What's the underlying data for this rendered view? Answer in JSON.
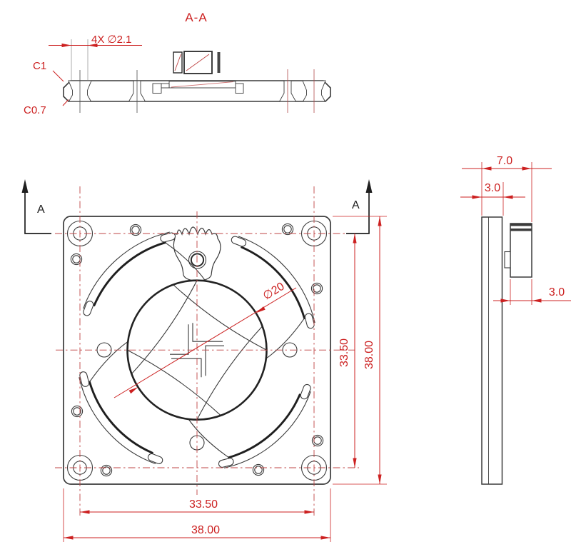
{
  "title": "A-A",
  "section": {
    "hole_callout": "4X ∅2.1",
    "chamfer_top": "C1",
    "chamfer_bottom": "C0.7"
  },
  "front": {
    "cut_label_left": "A",
    "cut_label_right": "A",
    "aperture_diameter": "∅20",
    "hole_spacing_horizontal": "33.50",
    "overall_width": "38.00",
    "hole_spacing_vertical": "33.50",
    "overall_height": "38.00"
  },
  "side": {
    "total_depth": "7.0",
    "plate_thickness": "3.0",
    "hub_depth": "3.0"
  },
  "colors": {
    "dim": "#cc2020",
    "hatch": "#cd6e6e",
    "line": "#3a3a3a",
    "centerline": "#bf4545"
  }
}
